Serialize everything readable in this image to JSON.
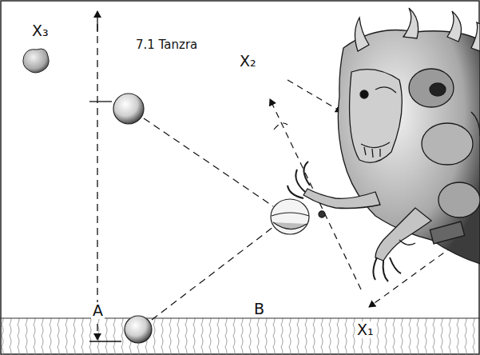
{
  "diagram": {
    "title": "7.1 Tanzra",
    "labels": [
      "X₃",
      "X₂",
      "X₁",
      "A",
      "B"
    ]
  }
}
